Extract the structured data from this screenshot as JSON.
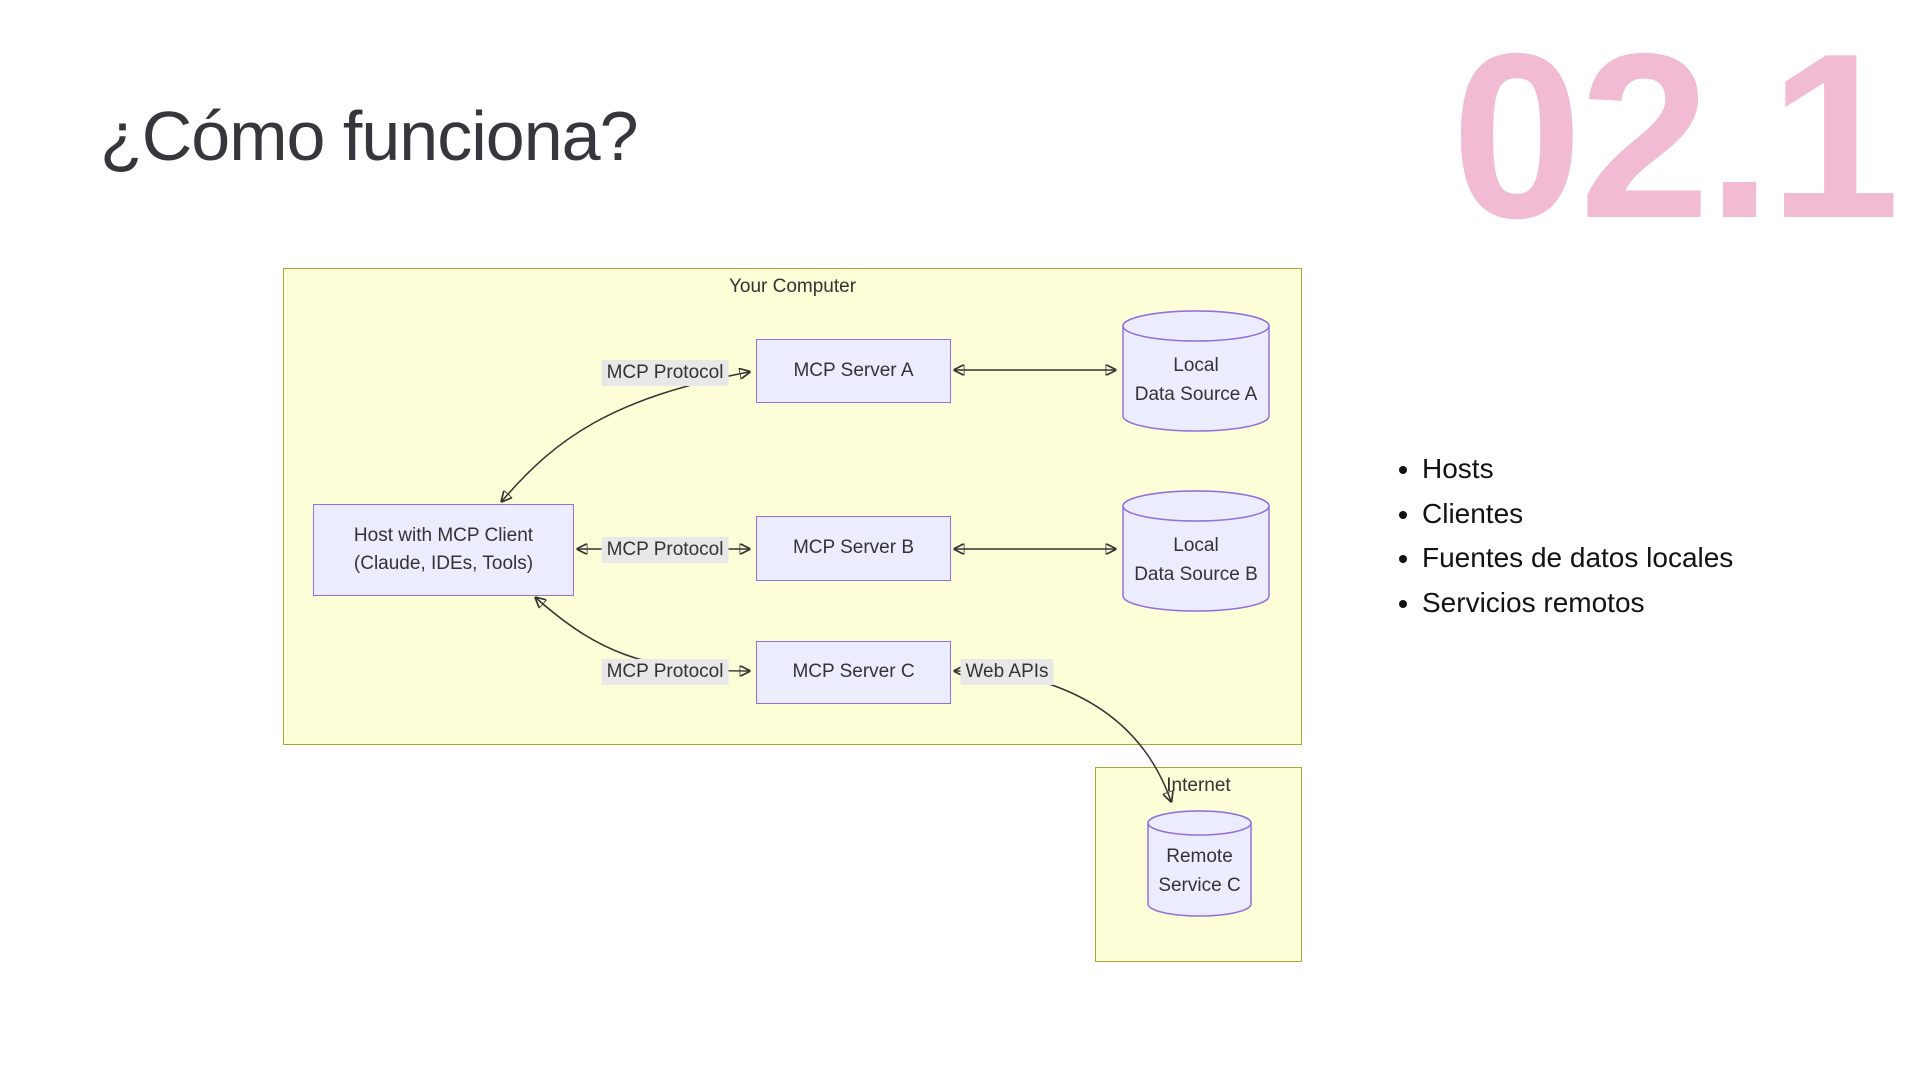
{
  "slide": {
    "title": "¿Cómo funciona?",
    "section_number": "02.1",
    "bullets": [
      "Hosts",
      "Clientes",
      "Fuentes de datos locales",
      "Servicios remotos"
    ]
  },
  "diagram": {
    "cluster_computer": {
      "label": "Your Computer"
    },
    "cluster_internet": {
      "label": "Internet"
    },
    "nodes": {
      "host": {
        "line1": "Host with MCP Client",
        "line2": "(Claude, IDEs, Tools)"
      },
      "server_a": {
        "label": "MCP Server A"
      },
      "server_b": {
        "label": "MCP Server B"
      },
      "server_c": {
        "label": "MCP Server C"
      },
      "data_a": {
        "line1": "Local",
        "line2": "Data Source A"
      },
      "data_b": {
        "line1": "Local",
        "line2": "Data Source B"
      },
      "remote_c": {
        "line1": "Remote",
        "line2": "Service C"
      }
    },
    "edge_labels": {
      "protocol_a": "MCP Protocol",
      "protocol_b": "MCP Protocol",
      "protocol_c": "MCP Protocol",
      "web_apis": "Web APIs"
    },
    "colors": {
      "accent_pink": "#f0bbd3",
      "title_text": "#36373c",
      "cluster_fill": "#fdfdd8",
      "cluster_border": "#aaaa33",
      "node_fill": "#ECECFF",
      "node_border": "#9370DB",
      "edge_label_bg": "#e8e8e8",
      "edge_color": "#333333"
    }
  }
}
